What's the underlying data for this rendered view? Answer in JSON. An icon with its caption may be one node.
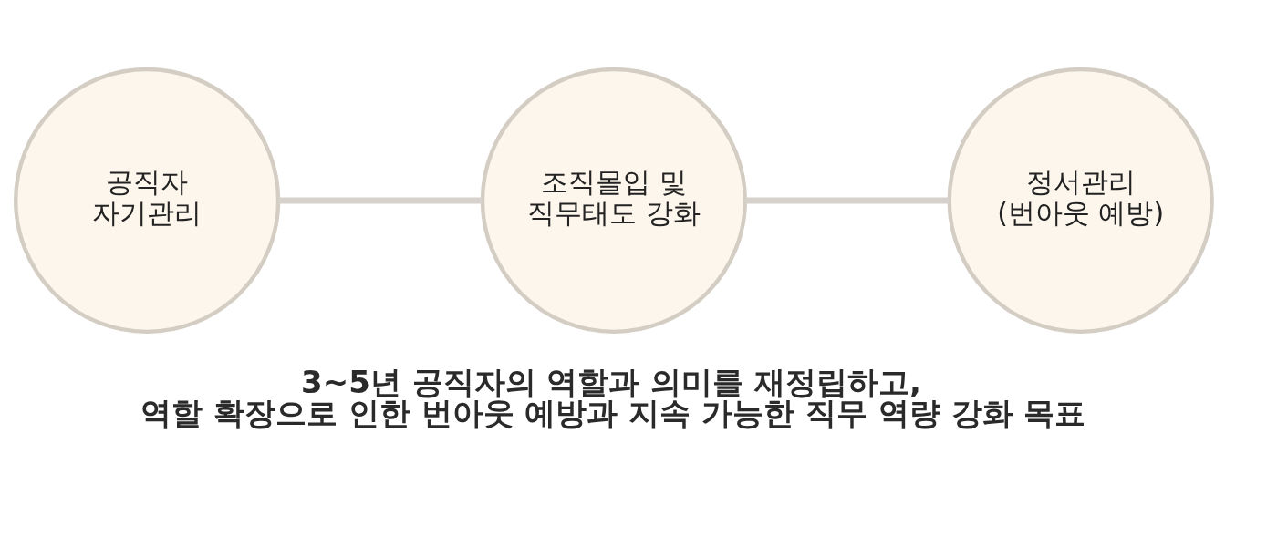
{
  "diagram": {
    "caption": "3~5년 공직자의 역할과 의미를 재정립하고, 역할 확장으로 인한 번아웃 예방과 지속 가능한 직무 역량 강화 목표",
    "nodes": [
      {
        "text": [
          "공직자 자기관리"
        ]
      },
      {
        "text": [
          "조직몰입 및 직무태도 강화"
        ]
      },
      {
        "text": [
          "정서관리 (번아웃 예방)"
        ]
      }
    ],
    "edges": [
      {
        "from": 0,
        "to": 1,
        "arrow": "none"
      },
      {
        "from": 1,
        "to": 2,
        "arrow": "none"
      }
    ]
  }
}
